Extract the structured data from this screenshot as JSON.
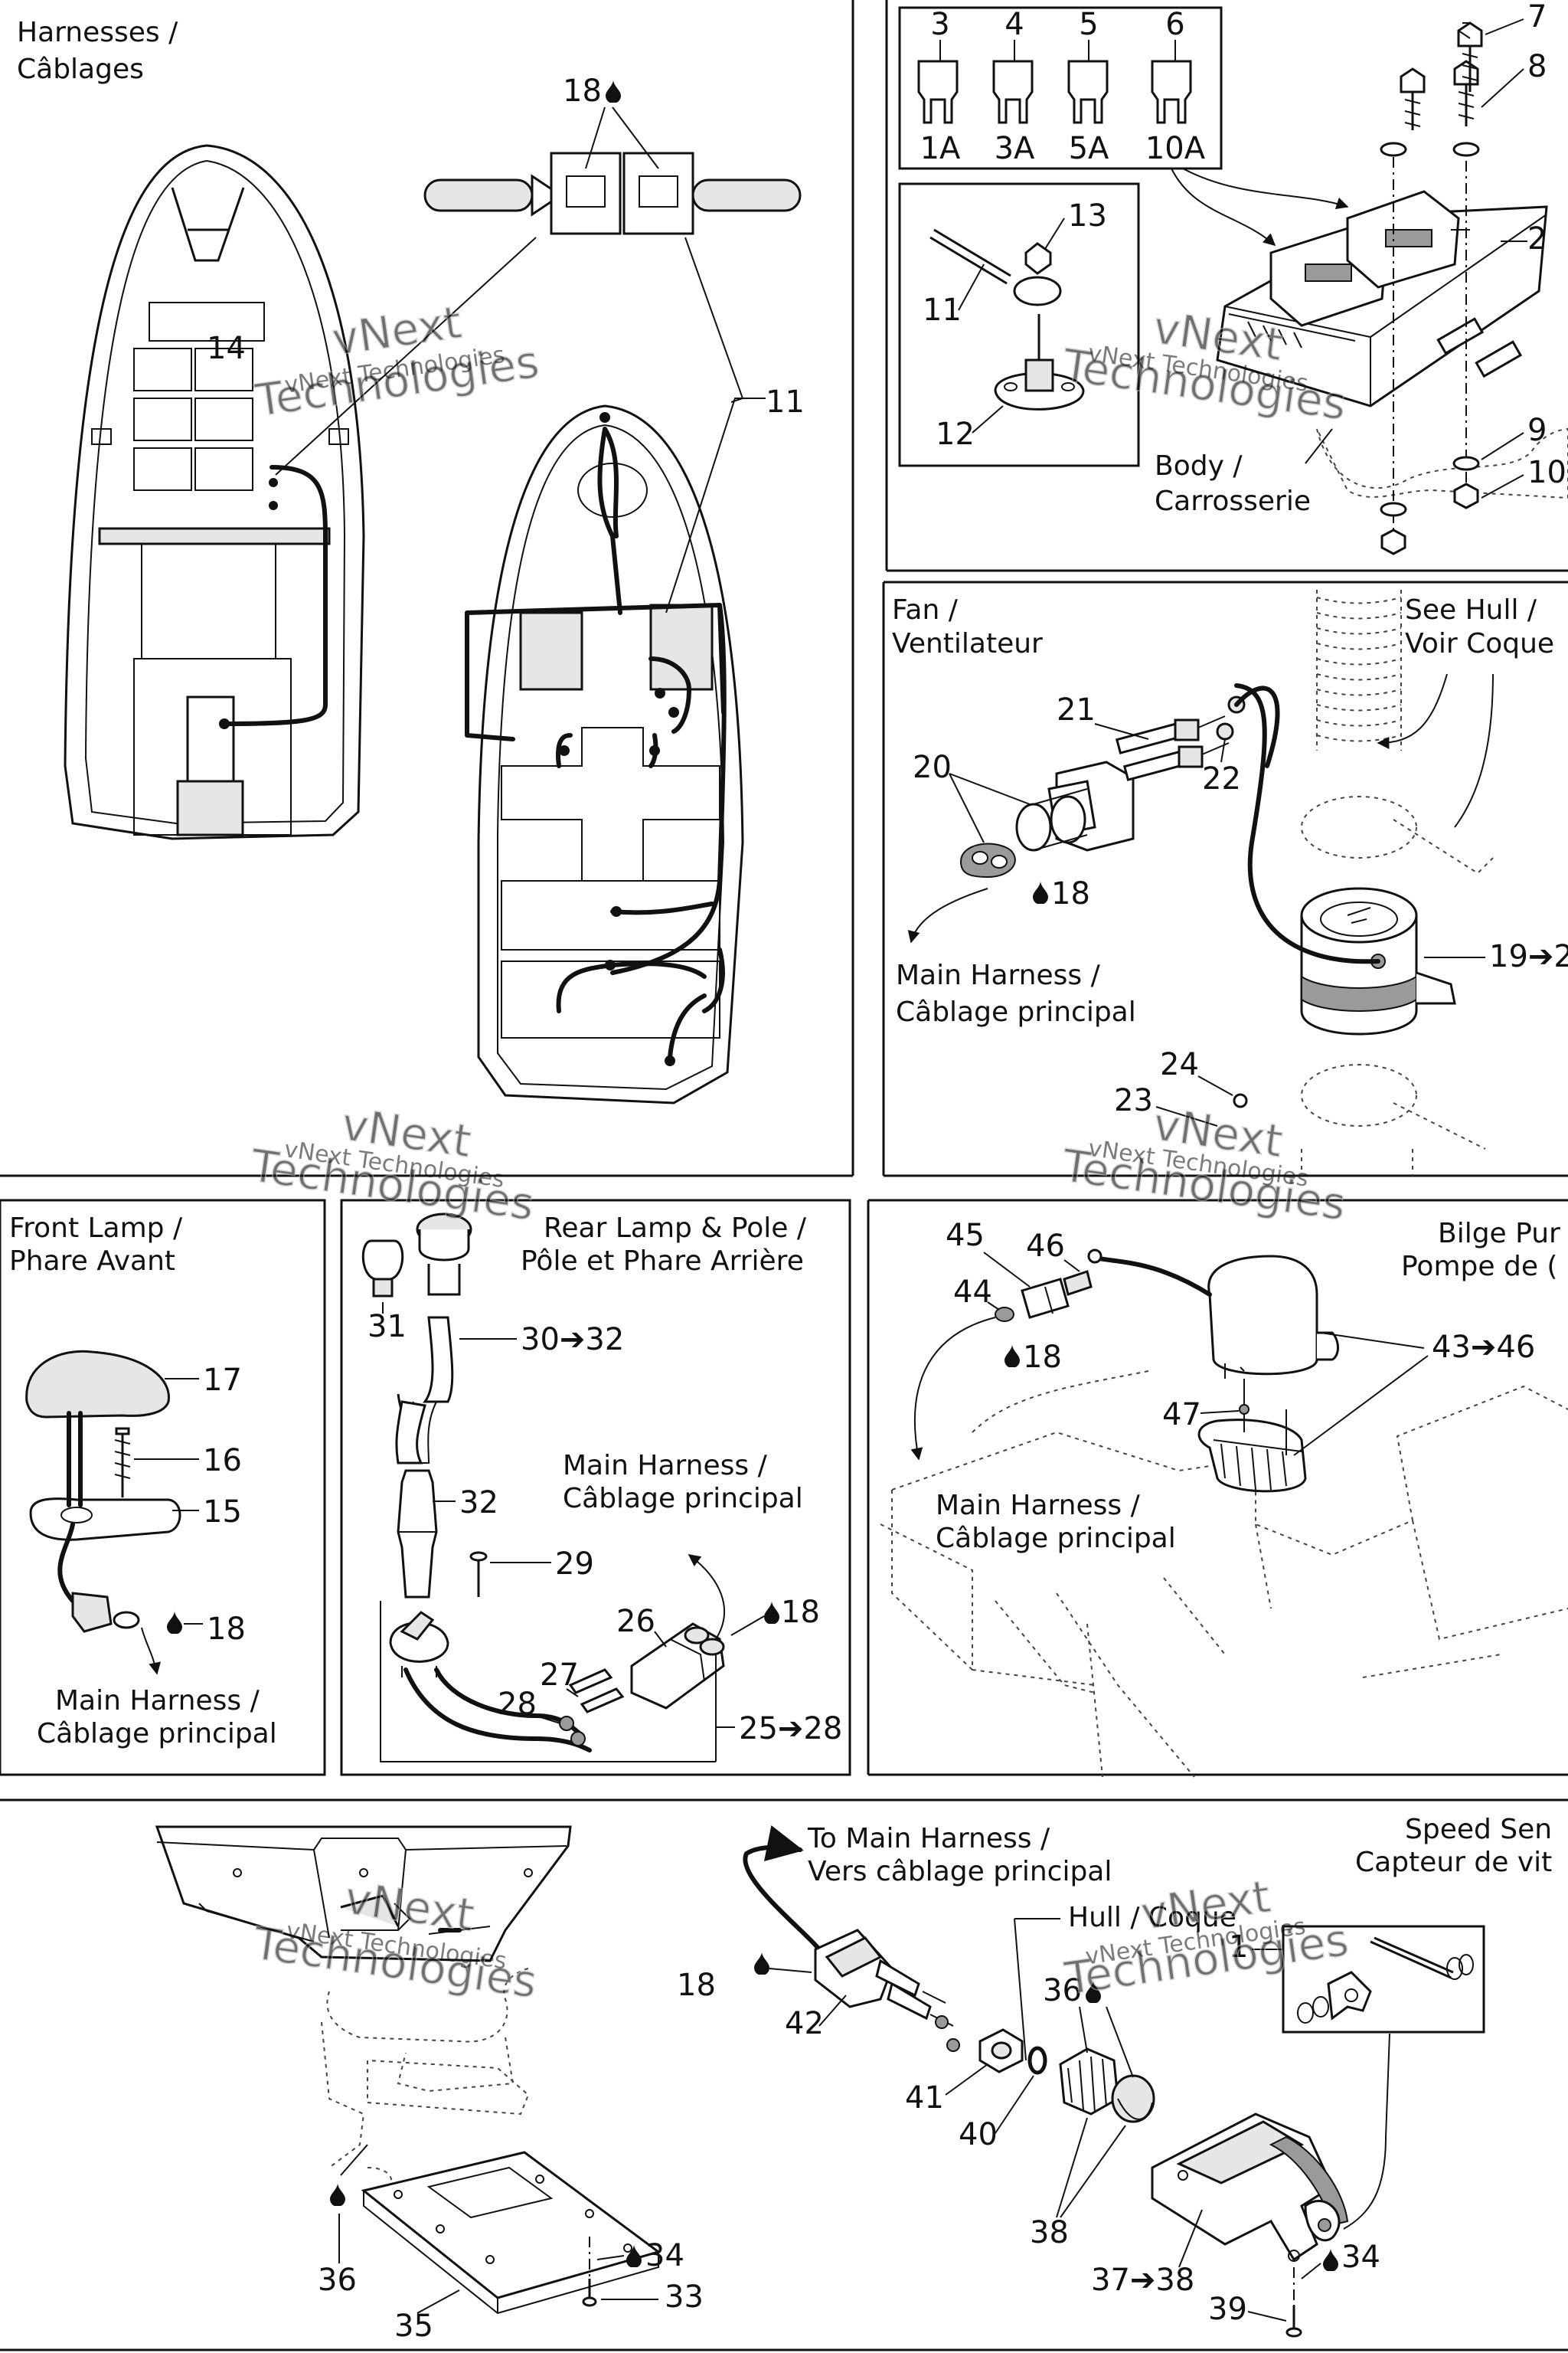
{
  "labels": {
    "harnesses": "Harnesses /",
    "harnesses_fr": "Câblages",
    "body": "Body /",
    "body_fr": "Carrosserie",
    "fan": "Fan /",
    "fan_fr": "Ventilateur",
    "see_hull": "See Hull /",
    "see_hull_fr": "Voir Coque",
    "main_harness": "Main Harness /",
    "main_harness_fr": "Câblage principal",
    "front_lamp": "Front Lamp /",
    "front_lamp_fr": "Phare Avant",
    "rear_lamp": "Rear Lamp & Pole /",
    "rear_lamp_fr": "Pôle et Phare Arrière",
    "bilge_pump": "Bilge Pur",
    "bilge_pump_fr": "Pompe de (",
    "to_main_harness": "To Main Harness /",
    "to_main_harness_fr": "Vers câblage principal",
    "hull": "Hull / Coque",
    "speed_sensor": "Speed Sen",
    "speed_sensor_fr": "Capteur de vit"
  },
  "fuses": [
    "1A",
    "3A",
    "5A",
    "10A"
  ],
  "callouts": {
    "c1": "1",
    "c3": "3",
    "c4": "4",
    "c5": "5",
    "c6": "6",
    "c7": "7",
    "c8": "8",
    "c9": "9",
    "c10": "10",
    "c11": "11",
    "c11b": "11",
    "c12": "12",
    "c13": "13",
    "c14": "14",
    "c15": "15",
    "c16": "16",
    "c17": "17",
    "c18a": "18",
    "c18b": "18",
    "c18c": "18",
    "c18d": "18",
    "c18e": "18",
    "c18f": "18",
    "c19": "19➔2",
    "c20": "20",
    "c21": "21",
    "c22": "22",
    "c23": "23",
    "c24": "24",
    "c24b": "2",
    "c25": "25➔28",
    "c26": "26",
    "c27": "27",
    "c28": "28",
    "c29": "29",
    "c30": "30➔32",
    "c31": "31",
    "c32": "32",
    "c33": "33",
    "c34a": "34",
    "c34b": "34",
    "c35": "35",
    "c36a": "36",
    "c36b": "36",
    "c37": "37➔38",
    "c38": "38",
    "c39": "39",
    "c40": "40",
    "c41": "41",
    "c42": "42",
    "c43": "43➔46",
    "c44": "44",
    "c45": "45",
    "c46": "46",
    "c47": "47"
  },
  "watermark": {
    "line1": "vNext",
    "line2": "Technologies",
    "line3": "vNext Technologies"
  },
  "colors": {
    "ink": "#111111",
    "paper": "#ffffff",
    "watermark": "#aaaaaa"
  }
}
